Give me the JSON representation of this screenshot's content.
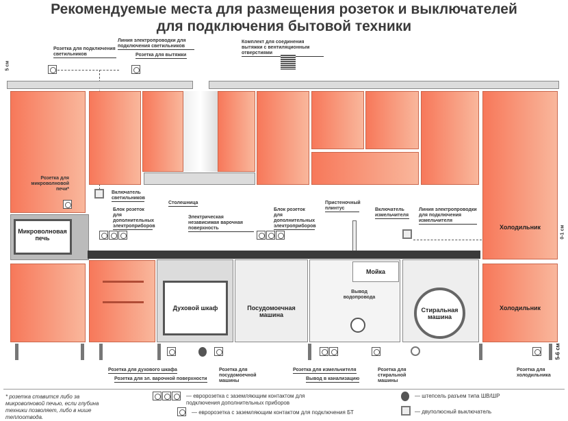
{
  "title": {
    "line1": "Рекомендуемые места для размещения розеток и выключателей",
    "line2": "для подключения бытовой техники"
  },
  "labels": {
    "lights_socket": "Розетка для подключения светильников",
    "lights_wiring": "Линия электропроводки для подключения светильников",
    "hood_socket": "Розетка для вытяжки",
    "hood_kit": "Комплект для соединения вытяжки с вентиляционным отверстиями",
    "microwave_socket": "Розетка для микроволновой печи*",
    "lights_switch": "Включатель светильников",
    "worktop": "Столешница",
    "extra_block_left": "Блок розеток для дополнительных электроприборов",
    "hob": "Электрическая независимая варочная поверхность",
    "extra_block_right": "Блок розеток для дополнительных электроприборов",
    "plinth": "Пристеночный плинтус",
    "grinder_switch": "Включатель измельчителя",
    "grinder_wiring": "Линия электропроводки для подключения измельчителя",
    "water_outlet": "Вывод водопровода",
    "oven_socket": "Розетка для духового шкафа",
    "hob_socket": "Розетка для эл. варочной поверхности",
    "dishwasher_socket": "Розетка для посудомоечной машины",
    "grinder_socket": "Розетка для измельчителя",
    "sewer": "Вывод в канализацию",
    "washer_socket": "Розетка для стиральной машины",
    "fridge_socket": "Розетка для холодильника",
    "dim_5cm": "5 см",
    "dim_0_1": "0-1 см",
    "dim_5_6": "5-6 см"
  },
  "appliances": {
    "microwave": "Микроволновая печь",
    "oven": "Духовой шкаф",
    "dishwasher": "Посудомоечная машина",
    "sink": "Мойка",
    "washer": "Стиральная машина",
    "fridge_top": "Холодильник",
    "fridge_bottom": "Холодильник"
  },
  "legend": {
    "note": "* розетка ставится либо за микроволновой печью, если глубина техники позволяет, либо в нише теплоотвода.",
    "block": "— евророзетка с заземляющим контактом для подключения дополнительных приборов",
    "single": "— евророзетка с заземляющим контактом для подключения БТ",
    "plug": "— штепсель разъем типа ШВ/ШР",
    "switch": "— двуполюсный выключатель"
  },
  "colors": {
    "cabinet": "#f7785a",
    "counter": "#3a3a3a"
  }
}
